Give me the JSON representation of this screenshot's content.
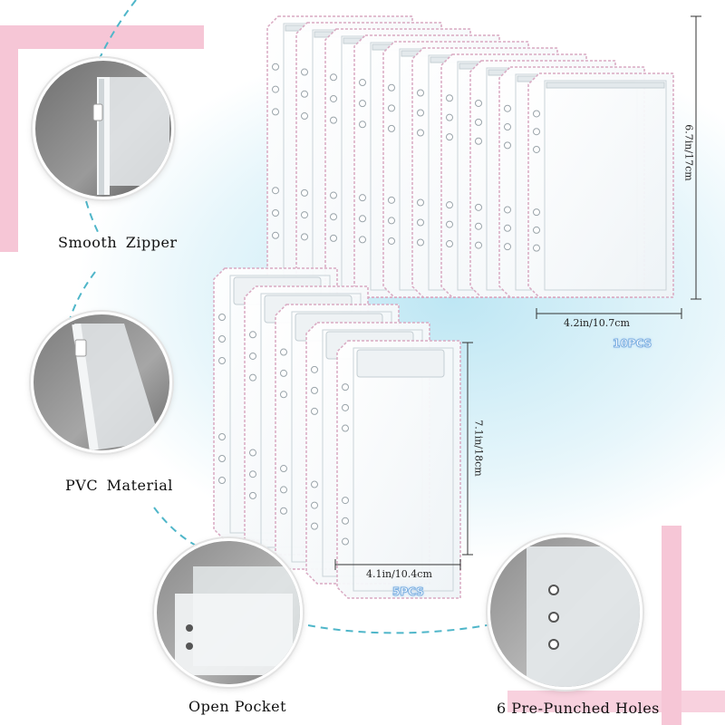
{
  "features": [
    {
      "label": "Smooth Zipper"
    },
    {
      "label": "PVC Material"
    },
    {
      "label": "Open Pocket"
    },
    {
      "label": "6 Pre-Punched Holes"
    }
  ],
  "product_top": {
    "height": "6.7in/17cm",
    "width": "4.2in/10.7cm",
    "count": "10PCS"
  },
  "product_bottom": {
    "height": "7.1in/18cm",
    "width": "4.1in/10.4cm",
    "count": "5PCS"
  },
  "colors": {
    "accent_pink": "#f6c6d6",
    "dash_teal": "#4fb6c9",
    "badge_blue": "#7aaee0"
  },
  "icons": [
    "zipper-closeup",
    "pvc-closeup",
    "pocket-closeup",
    "holes-closeup"
  ]
}
